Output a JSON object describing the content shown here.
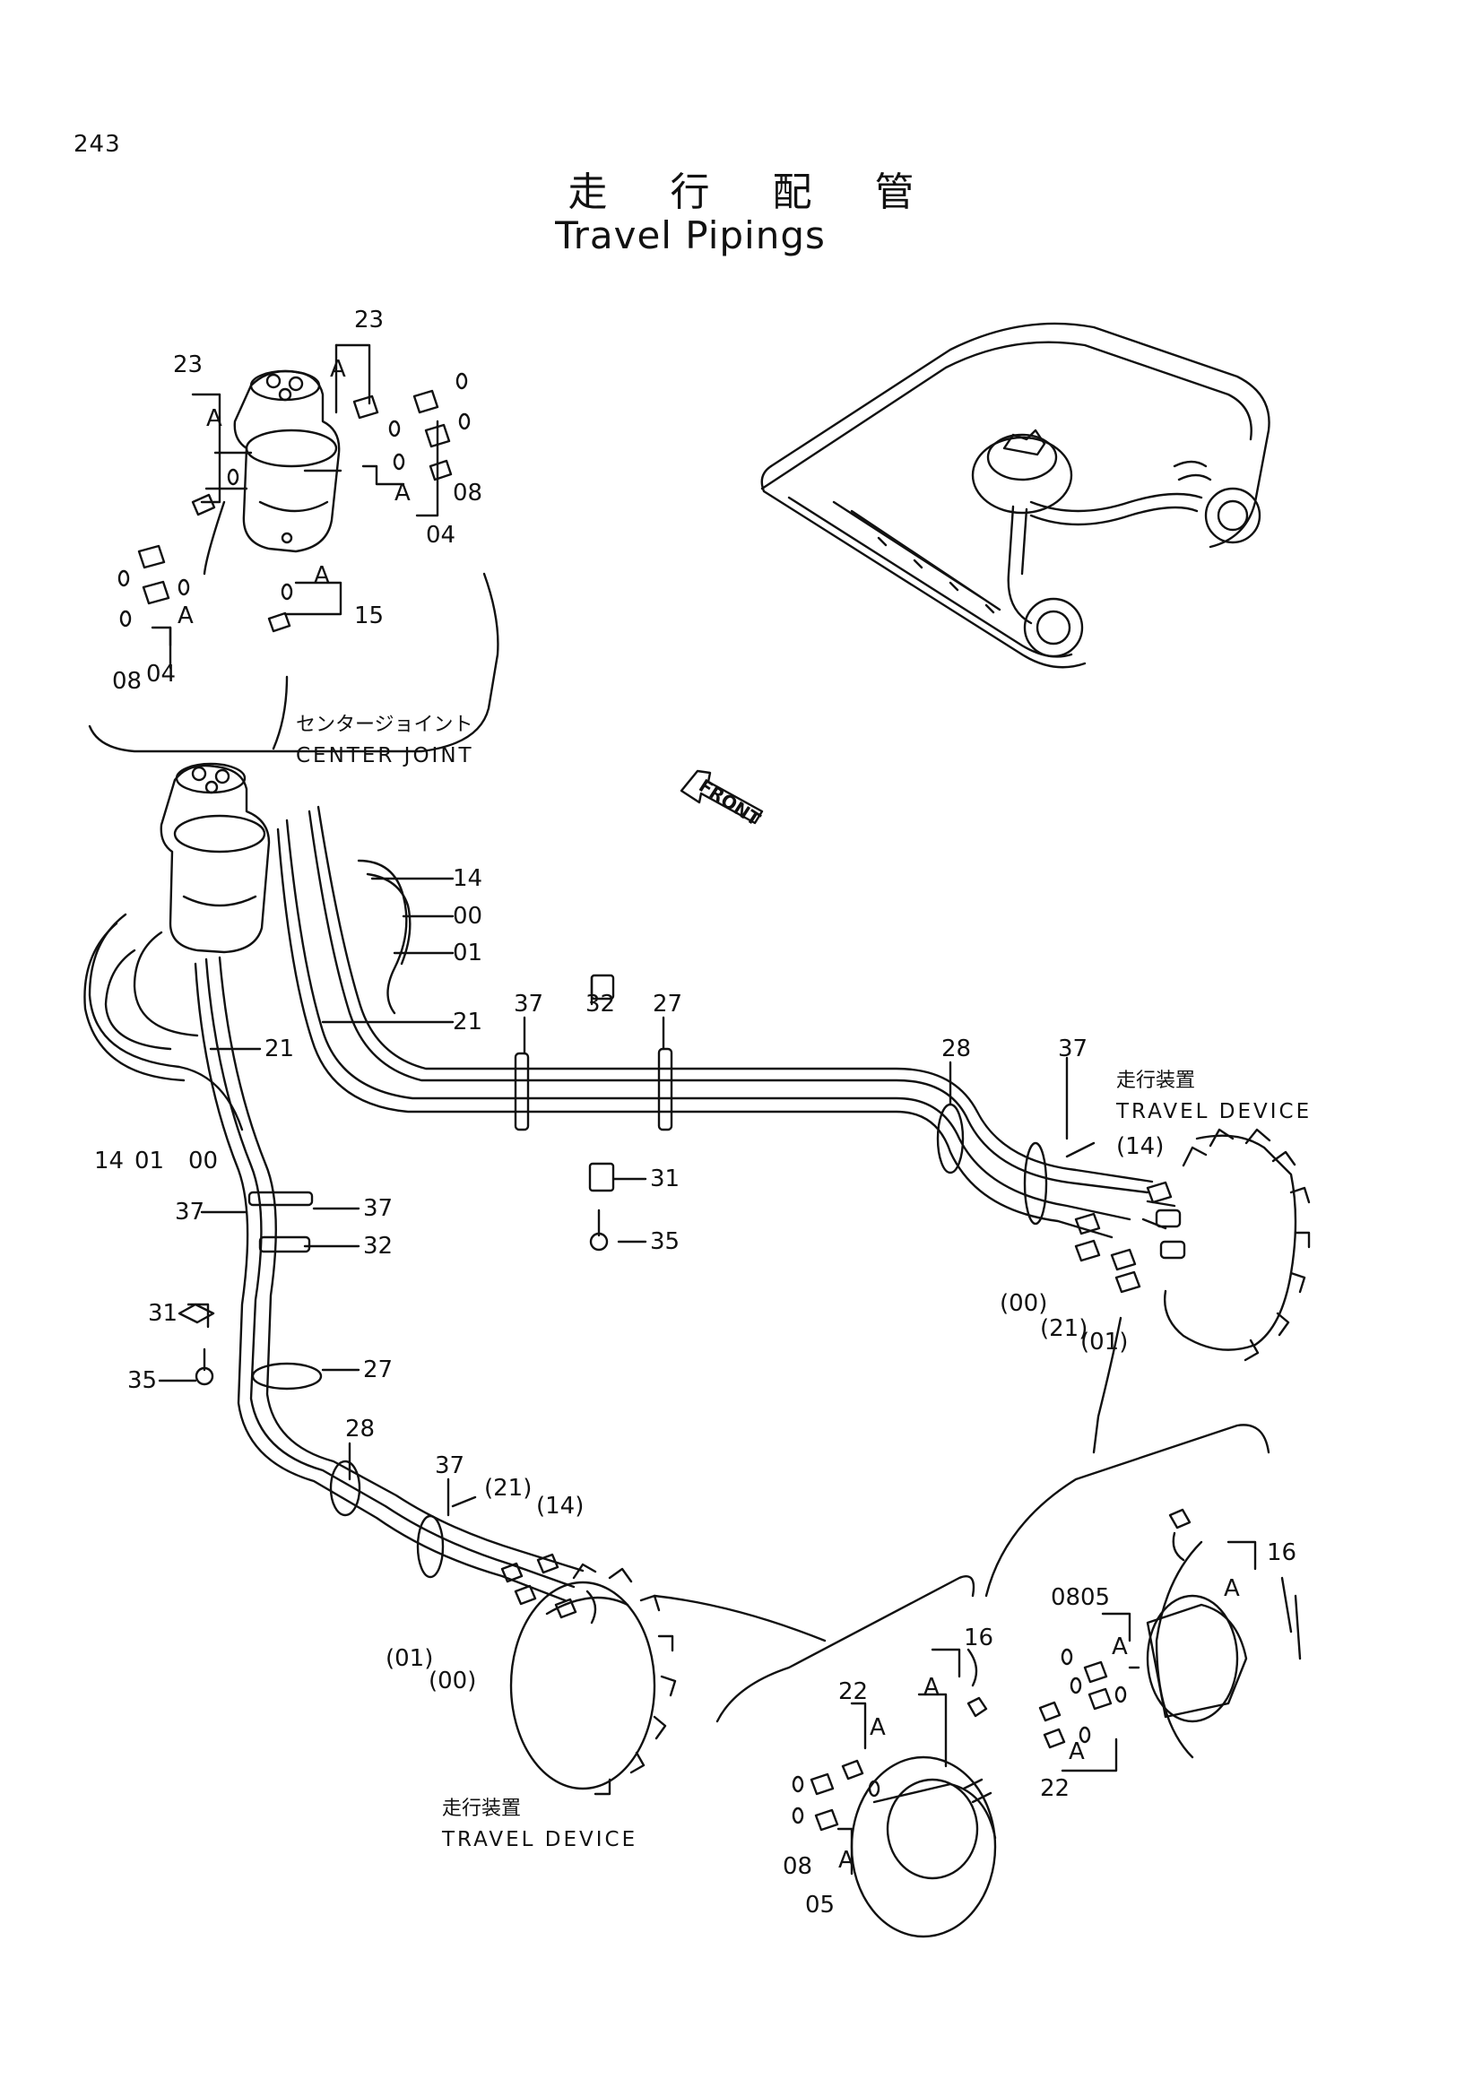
{
  "page_number": "243",
  "title_jp": "走 行 配 管",
  "title_en": "Travel Pipings",
  "captions": {
    "center_joint_jp": "センタージョイント",
    "center_joint_en": "CENTER JOINT",
    "travel_device_right_jp": "走行装置",
    "travel_device_right_en": "TRAVEL DEVICE",
    "travel_device_left_jp": "走行装置",
    "travel_device_left_en": "TRAVEL DEVICE",
    "front": "FRONT"
  },
  "callouts": {
    "inset_top": [
      "23",
      "23",
      "A",
      "A",
      "08",
      "A",
      "04",
      "A",
      "15",
      "A",
      "08",
      "04"
    ],
    "center_hoses": [
      "14",
      "00",
      "01",
      "21",
      "21",
      "14",
      "01",
      "00"
    ],
    "right_run": [
      "37",
      "32",
      "27",
      "28",
      "37",
      "31",
      "35",
      "(14)",
      "(00)",
      "(21)",
      "(01)"
    ],
    "left_run": [
      "37",
      "37",
      "32",
      "31",
      "35",
      "27",
      "28",
      "37",
      "(21)",
      "(14)",
      "(01)",
      "(00)"
    ],
    "detail_left": [
      "16",
      "A",
      "22",
      "A",
      "08",
      "A",
      "05"
    ],
    "detail_right": [
      "16",
      "A",
      "08",
      "05",
      "A",
      "A",
      "22"
    ]
  }
}
